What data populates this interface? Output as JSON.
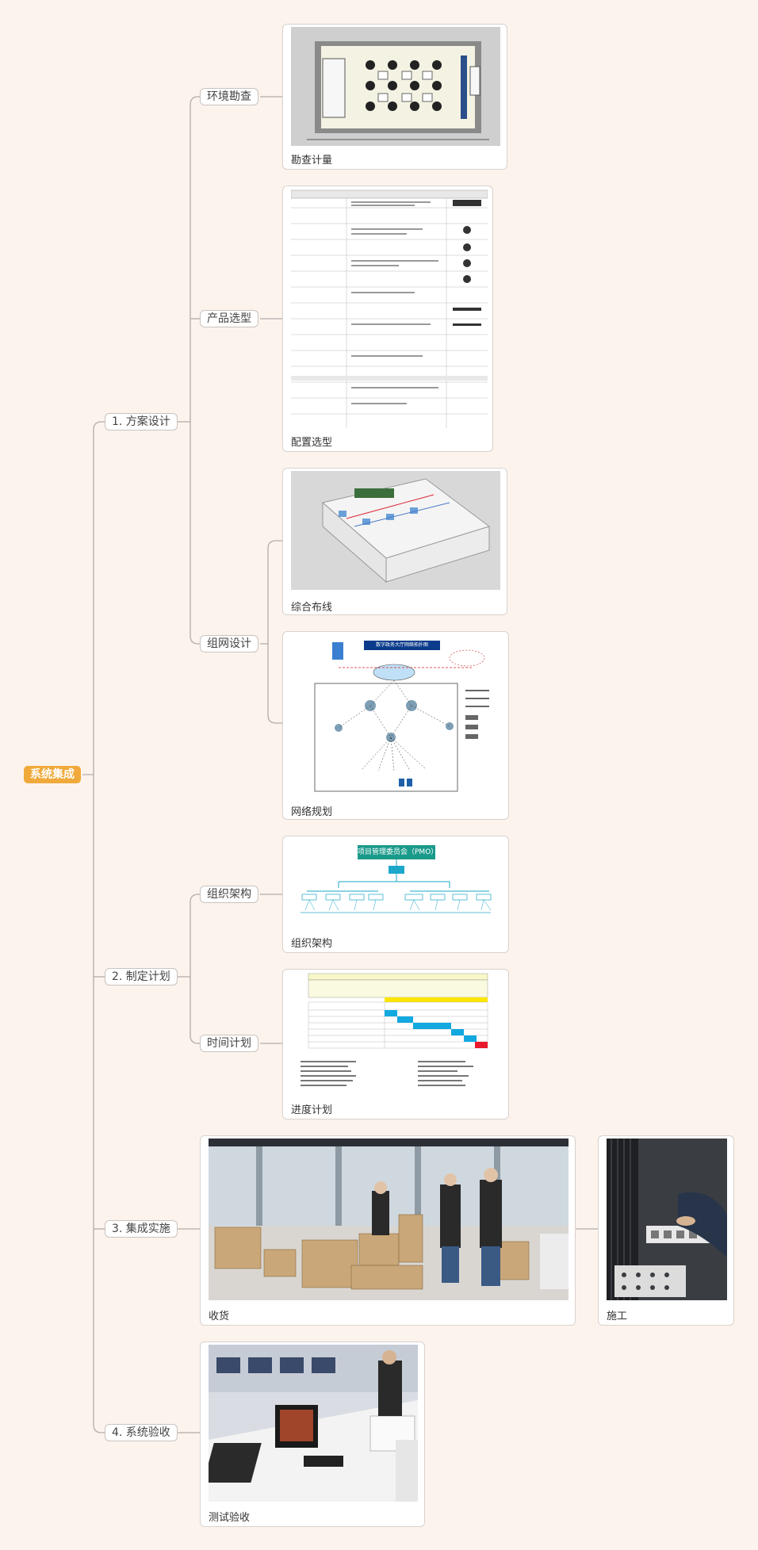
{
  "root": {
    "label": "系统集成"
  },
  "branches": [
    {
      "label": "1. 方案设计",
      "children": [
        {
          "label": "环境勘查",
          "cards": [
            {
              "caption": "勘查计量",
              "icon": "floor-plan-icon"
            }
          ]
        },
        {
          "label": "产品选型",
          "cards": [
            {
              "caption": "配置选型",
              "icon": "spec-table-icon"
            }
          ]
        },
        {
          "label": "组网设计",
          "cards": [
            {
              "caption": "综合布线",
              "icon": "room-3d-icon"
            },
            {
              "caption": "网络规划",
              "icon": "network-topology-icon",
              "inner_title": "数字政务大厅网络拓扑图"
            }
          ]
        }
      ]
    },
    {
      "label": "2. 制定计划",
      "children": [
        {
          "label": "组织架构",
          "cards": [
            {
              "caption": "组织架构",
              "icon": "org-chart-icon",
              "inner_title": "项目管理委员会（PMO）"
            }
          ]
        },
        {
          "label": "时间计划",
          "cards": [
            {
              "caption": "进度计划",
              "icon": "gantt-chart-icon"
            }
          ]
        }
      ]
    },
    {
      "label": "3. 集成实施",
      "cards": [
        {
          "caption": "收货",
          "icon": "receiving-photo-icon"
        },
        {
          "caption": "施工",
          "icon": "construction-photo-icon"
        }
      ]
    },
    {
      "label": "4. 系统验收",
      "cards": [
        {
          "caption": "测试验收",
          "icon": "testing-photo-icon"
        }
      ]
    }
  ],
  "colors": {
    "background": "#fcf3ed",
    "root": "#f0a93a",
    "connector": "#b3aca8",
    "org_box": "#1a9a8a",
    "gantt_bar": "#12a8e0"
  }
}
